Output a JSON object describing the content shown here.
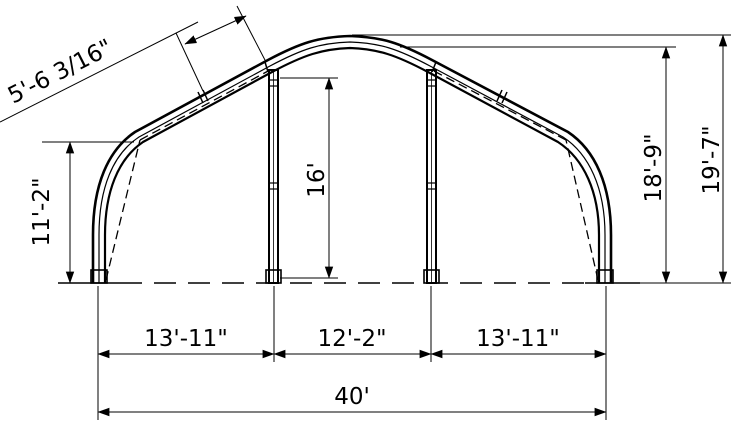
{
  "drawing": {
    "dimensions": {
      "rafter_segment": "5'-6 3/16\"",
      "eave_height": "11'-2\"",
      "post_height": "16'",
      "ridge_height": "18'-9\"",
      "overall_height": "19'-7\"",
      "left_span": "13'-11\"",
      "center_span": "12'-2\"",
      "right_span": "13'-11\"",
      "overall_width": "40'"
    }
  }
}
